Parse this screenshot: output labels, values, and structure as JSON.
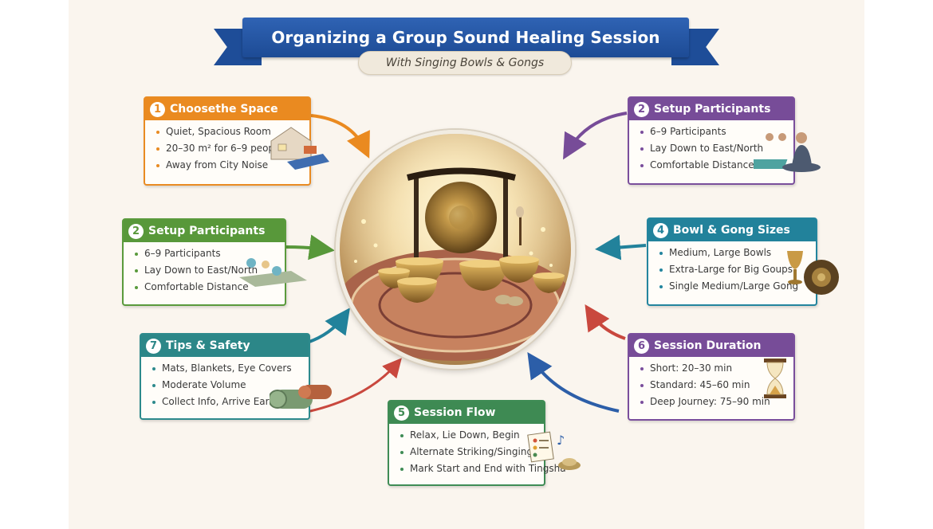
{
  "banner": {
    "title": "Organizing a Group Sound Healing Session",
    "subtitle": "With Singing Bowls & Gongs"
  },
  "cards": {
    "space": {
      "number": "1",
      "title": "Choosethe Space",
      "items": [
        "Quiet, Spacious Room",
        "20–30 m² for 6–9 people",
        "Away from City Noise"
      ]
    },
    "setup_right": {
      "number": "2",
      "title": "Setup Participants",
      "items": [
        "6–9 Participants",
        "Lay Down to East/North",
        "Comfortable Distance"
      ]
    },
    "setup_left": {
      "number": "2",
      "title": "Setup Participants",
      "items": [
        "6–9 Participants",
        "Lay Down to East/North",
        "Comfortable Distance"
      ]
    },
    "sizes": {
      "number": "4",
      "title": "Bowl & Gong Sizes",
      "items": [
        "Medium, Large Bowls",
        "Extra-Large for Big Goups",
        "Single Medium/Large Gong"
      ]
    },
    "tips": {
      "number": "7",
      "title": "Tips & Safety",
      "items": [
        "Mats, Blankets, Eye Covers",
        "Moderate Volume",
        "Collect Info, Arrive Early"
      ]
    },
    "duration": {
      "number": "6",
      "title": "Session Duration",
      "items": [
        "Short: 20–30 min",
        "Standard: 45–60 min",
        "Deep Journey: 75–90 min"
      ]
    },
    "flow": {
      "number": "5",
      "title": "Session Flow",
      "items": [
        "Relax, Lie Down, Begin",
        "Alternate Striking/Singing",
        "Mark Start and End with Tingsha"
      ]
    }
  },
  "colors": {
    "orange": "#ea8a20",
    "purple": "#774c98",
    "green": "#58983a",
    "teal": "#22829b",
    "red": "#c9483e",
    "blue": "#2c5ea8"
  },
  "icons": [
    "room-icon",
    "meditating-people-icon",
    "yoga-mat-icon",
    "goblet-gong-icon",
    "rolled-mats-icon",
    "hourglass-icon",
    "checklist-music-icon"
  ]
}
